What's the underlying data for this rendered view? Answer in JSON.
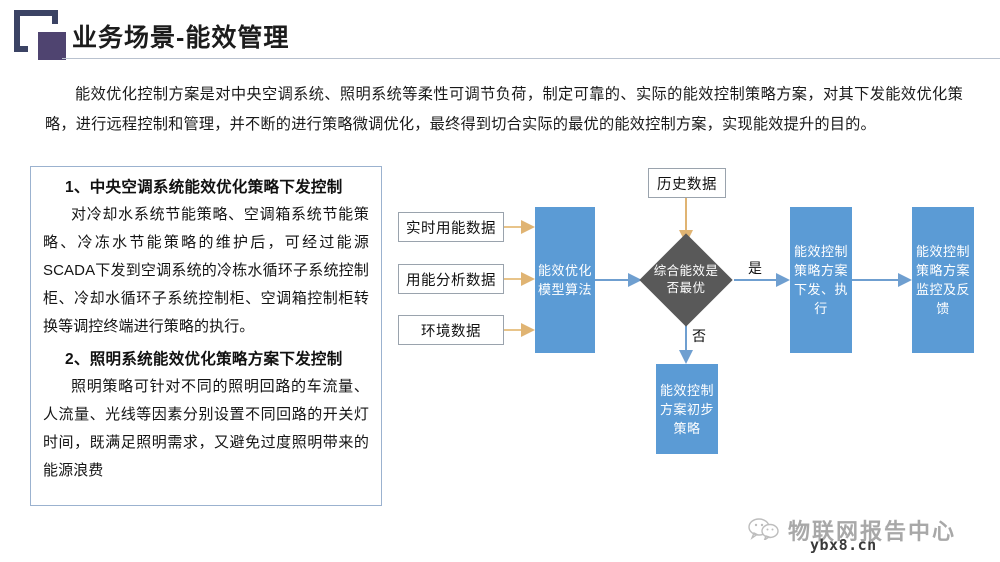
{
  "header": {
    "logo_name": "company-logo",
    "title": "业务场景-能效管理",
    "logo_bracket_color": "#3b4364",
    "logo_square_color": "#4f4470",
    "rule_color": "#b9c2cf"
  },
  "intro": {
    "paragraph": "能效优化控制方案是对中央空调系统、照明系统等柔性可调节负荷，制定可靠的、实际的能效控制策略方案，对其下发能效优化策略，进行远程控制和管理，并不断的进行策略微调优化，最终得到切合实际的最优的能效控制方案，实现能效提升的目的。"
  },
  "info_panel": {
    "border_color": "#9bb2cf",
    "sections": [
      {
        "heading": "1、中央空调系统能效优化策略下发控制",
        "body": "对冷却水系统节能策略、空调箱系统节能策略、冷冻水节能策略的维护后，可经过能源SCADA下发到空调系统的冷栋水循环子系统控制柜、冷却水循环子系统控制柜、空调箱控制柜转换等调控终端进行策略的执行。"
      },
      {
        "heading": "2、照明系统能效优化策略方案下发控制",
        "body": "照明策略可针对不同的照明回路的车流量、人流量、光线等因素分别设置不同回路的开关灯时间，既满足照明需求，又避免过度照明带来的能源浪费"
      }
    ]
  },
  "flowchart": {
    "colors": {
      "process_fill": "#5b9bd5",
      "decision_fill": "#595959",
      "io_border": "#9aa3ad",
      "arrow_blue": "#6f9fd0",
      "arrow_orange": "#e8c48a"
    },
    "inputs": [
      {
        "id": "realtime-energy-data",
        "label": "实时用能数据"
      },
      {
        "id": "energy-analysis-data",
        "label": "用能分析数据"
      },
      {
        "id": "environment-data",
        "label": "环境数据"
      }
    ],
    "history": {
      "id": "history-data",
      "label": "历史数据"
    },
    "algorithm": {
      "id": "efficiency-optimization-algorithm",
      "label": "能效优化模型算法"
    },
    "decision": {
      "id": "is-efficiency-optimal",
      "label": "综合能效是否最优"
    },
    "edge_labels": {
      "yes": "是",
      "no": "否"
    },
    "outputs": [
      {
        "id": "strategy-dispatch-execute",
        "label": "能效控制策略方案下发、执行"
      },
      {
        "id": "strategy-monitor-feedback",
        "label": "能效控制策略方案监控及反馈"
      }
    ],
    "fallback": {
      "id": "preliminary-strategy",
      "label": "能效控制方案初步策略"
    }
  },
  "watermark": {
    "brand": "物联网报告中心",
    "url": "ybx8.cn"
  }
}
